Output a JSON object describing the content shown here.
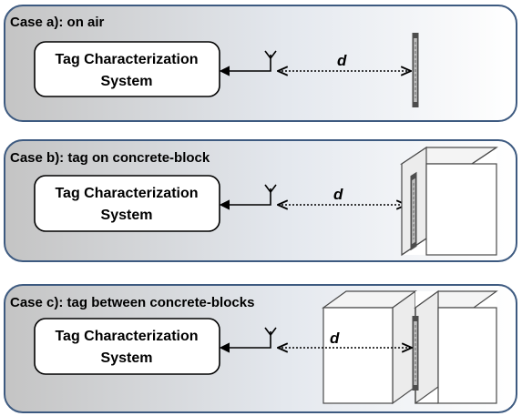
{
  "cases": [
    {
      "title": "Case a): on air",
      "system_label_line1": "Tag Characterization",
      "system_label_line2": "System",
      "distance_label": "d",
      "setup": "on-air"
    },
    {
      "title": "Case b): tag on concrete-block",
      "system_label_line1": "Tag Characterization",
      "system_label_line2": "System",
      "distance_label": "d",
      "setup": "concrete-block"
    },
    {
      "title": "Case c): tag between concrete-blocks",
      "system_label_line1": "Tag Characterization",
      "system_label_line2": "System",
      "distance_label": "d",
      "setup": "between-concrete-blocks"
    }
  ],
  "colors": {
    "panel_border": "#3d5a80",
    "panel_gradient_left": "#c9c9c9",
    "panel_gradient_right": "#ffffff",
    "tag_color": "#555555"
  }
}
